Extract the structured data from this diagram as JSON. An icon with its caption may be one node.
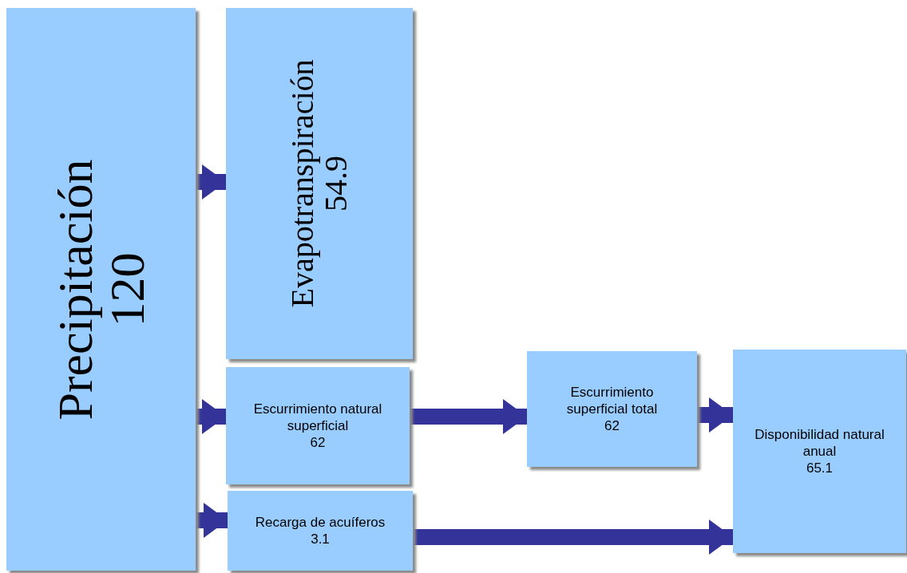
{
  "diagram": {
    "nodes": [
      {
        "text": [
          "Precipitación",
          "120"
        ]
      },
      {
        "text": [
          "Evapotranspiración",
          "54.9"
        ]
      },
      {
        "text": [
          "Escurrimiento natural superficial",
          "62"
        ]
      },
      {
        "text": [
          "Recarga de acuíferos",
          "3.1"
        ]
      },
      {
        "text": [
          "Escurrimiento superficial total",
          "62"
        ]
      },
      {
        "text": [
          "Disponibilidad natural anual",
          "65.1"
        ]
      }
    ],
    "edges": [
      {
        "from": 0,
        "to": 1,
        "arrow": "to"
      },
      {
        "from": 0,
        "to": 2,
        "arrow": "to"
      },
      {
        "from": 0,
        "to": 3,
        "arrow": "to"
      },
      {
        "from": 2,
        "to": 4,
        "arrow": "to"
      },
      {
        "from": 4,
        "to": 5,
        "arrow": "to"
      },
      {
        "from": 3,
        "to": 5,
        "arrow": "to"
      }
    ]
  }
}
